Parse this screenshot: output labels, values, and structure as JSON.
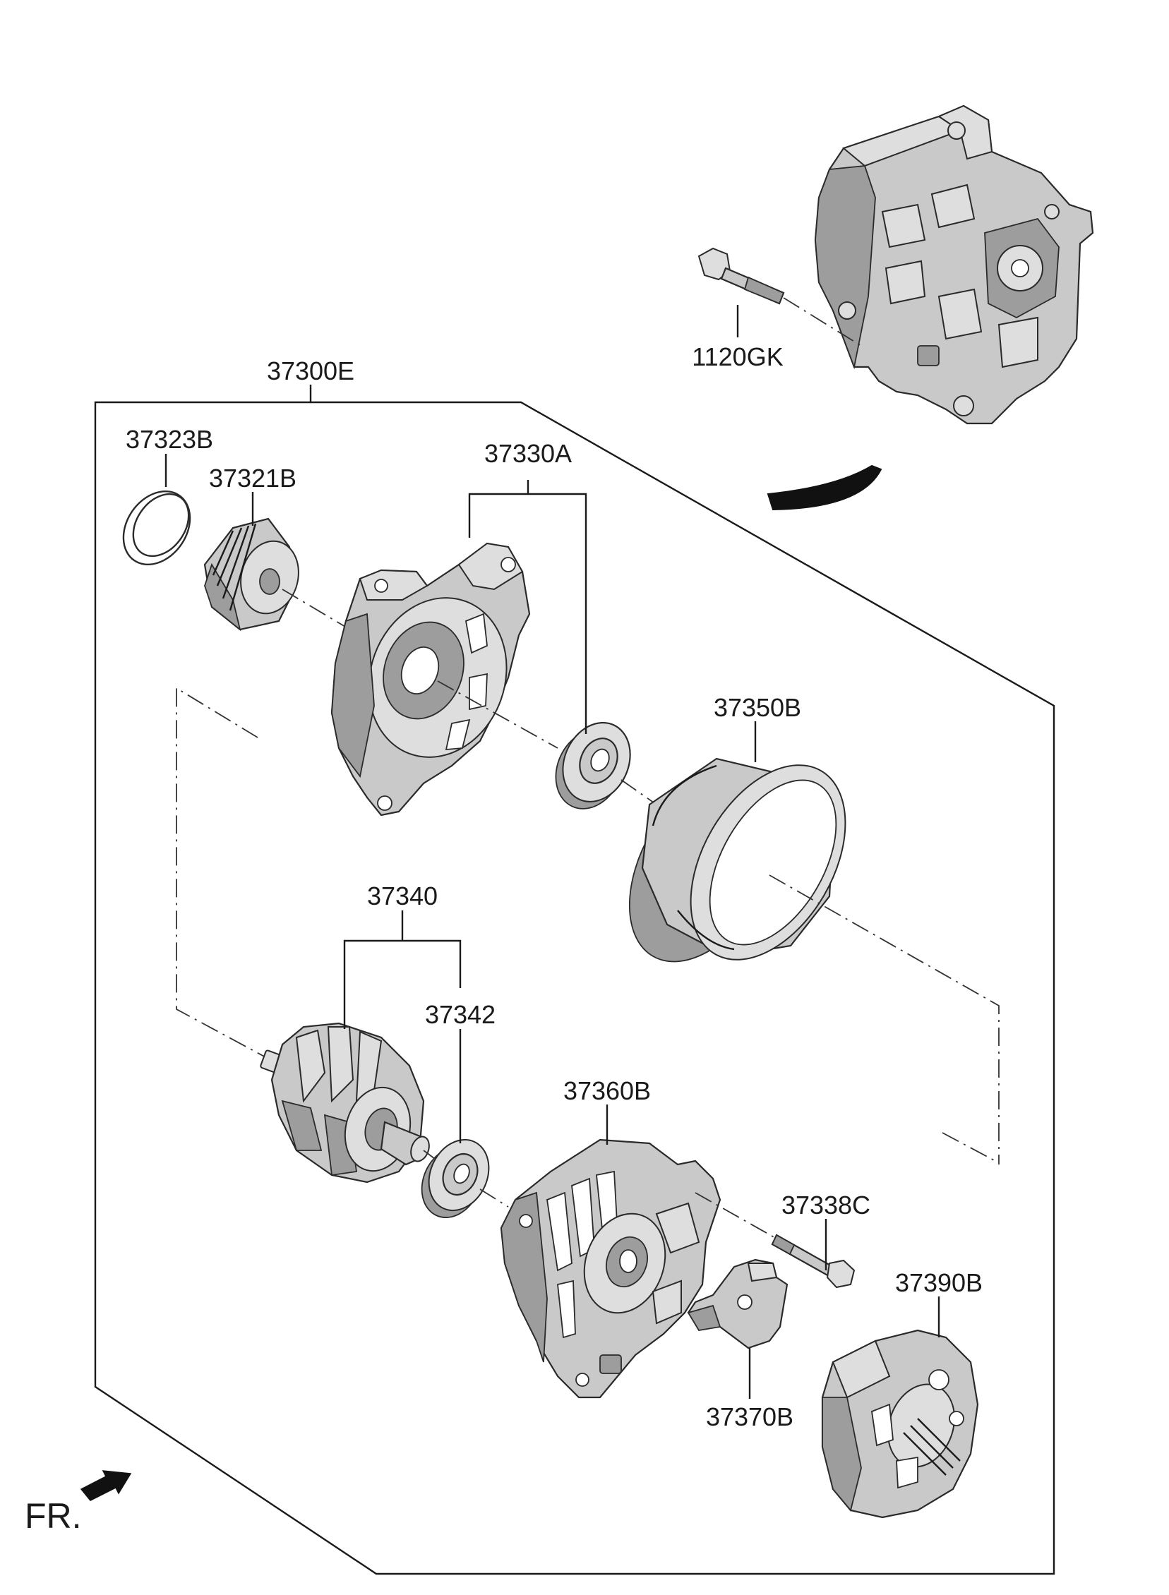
{
  "labels": {
    "bolt_main": "1120GK",
    "assembly": "37300E",
    "ring": "37323B",
    "pulley": "37321B",
    "front_bracket": "37330A",
    "stator": "37350B",
    "rotor": "37340",
    "rear_bearing": "37342",
    "rear_bracket": "37360B",
    "through_bolt": "37338C",
    "cover": "37390B",
    "regulator": "37370B"
  },
  "direction": "FR."
}
